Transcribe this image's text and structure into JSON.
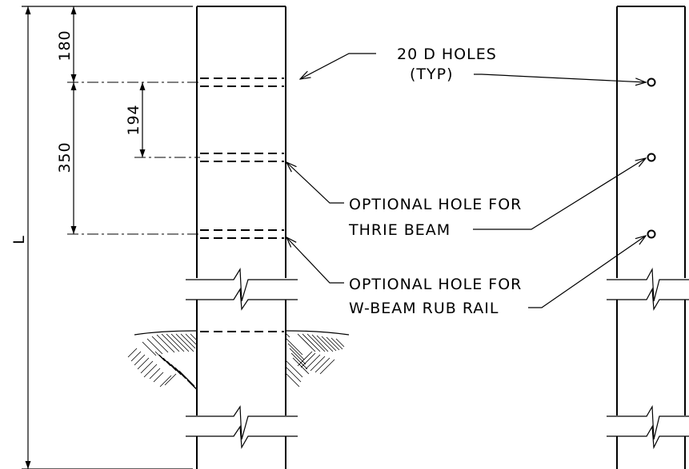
{
  "dimensions": {
    "total_length": "L",
    "top_offset": "180",
    "hole_span": "350",
    "hole_spacing": "194"
  },
  "callouts": {
    "holes_line1": "20 D HOLES",
    "holes_line2": "(TYP)",
    "thrie_line1": "OPTIONAL HOLE FOR",
    "thrie_line2": "THRIE BEAM",
    "wbeam_line1": "OPTIONAL HOLE FOR",
    "wbeam_line2": "W-BEAM RUB RAIL"
  }
}
